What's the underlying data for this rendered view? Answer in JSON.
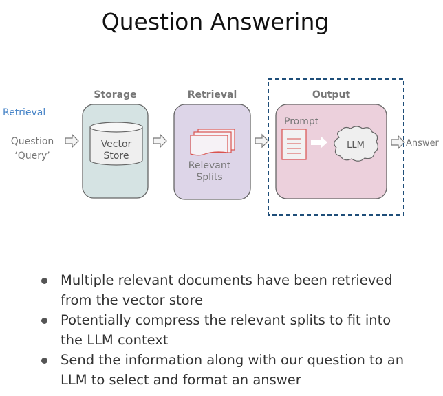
{
  "title": "Question Answering",
  "diagram": {
    "retrieval_label": "Retrieval",
    "question_line1": "Question",
    "question_line2": "‘Query’",
    "storage": {
      "label": "Storage",
      "item_line1": "Vector",
      "item_line2": "Store"
    },
    "retrieval": {
      "label": "Retrieval",
      "item_line1": "Relevant",
      "item_line2": "Splits"
    },
    "output": {
      "label": "Output",
      "prompt": "Prompt",
      "llm": "LLM"
    },
    "answer": "Answer",
    "colors": {
      "accent_blue": "#4a86c8",
      "dashed_border": "#1f4e79",
      "storage_fill": "#d5e3e3",
      "retrieval_fill": "#ddd5e8",
      "output_fill": "#ecd0dc",
      "doc_red": "#d9534f"
    }
  },
  "bullets": [
    "Multiple relevant documents have been retrieved from the vector store",
    "Potentially compress the relevant splits to fit into the LLM context",
    "Send the information along with our question to an LLM to select and format an answer"
  ]
}
